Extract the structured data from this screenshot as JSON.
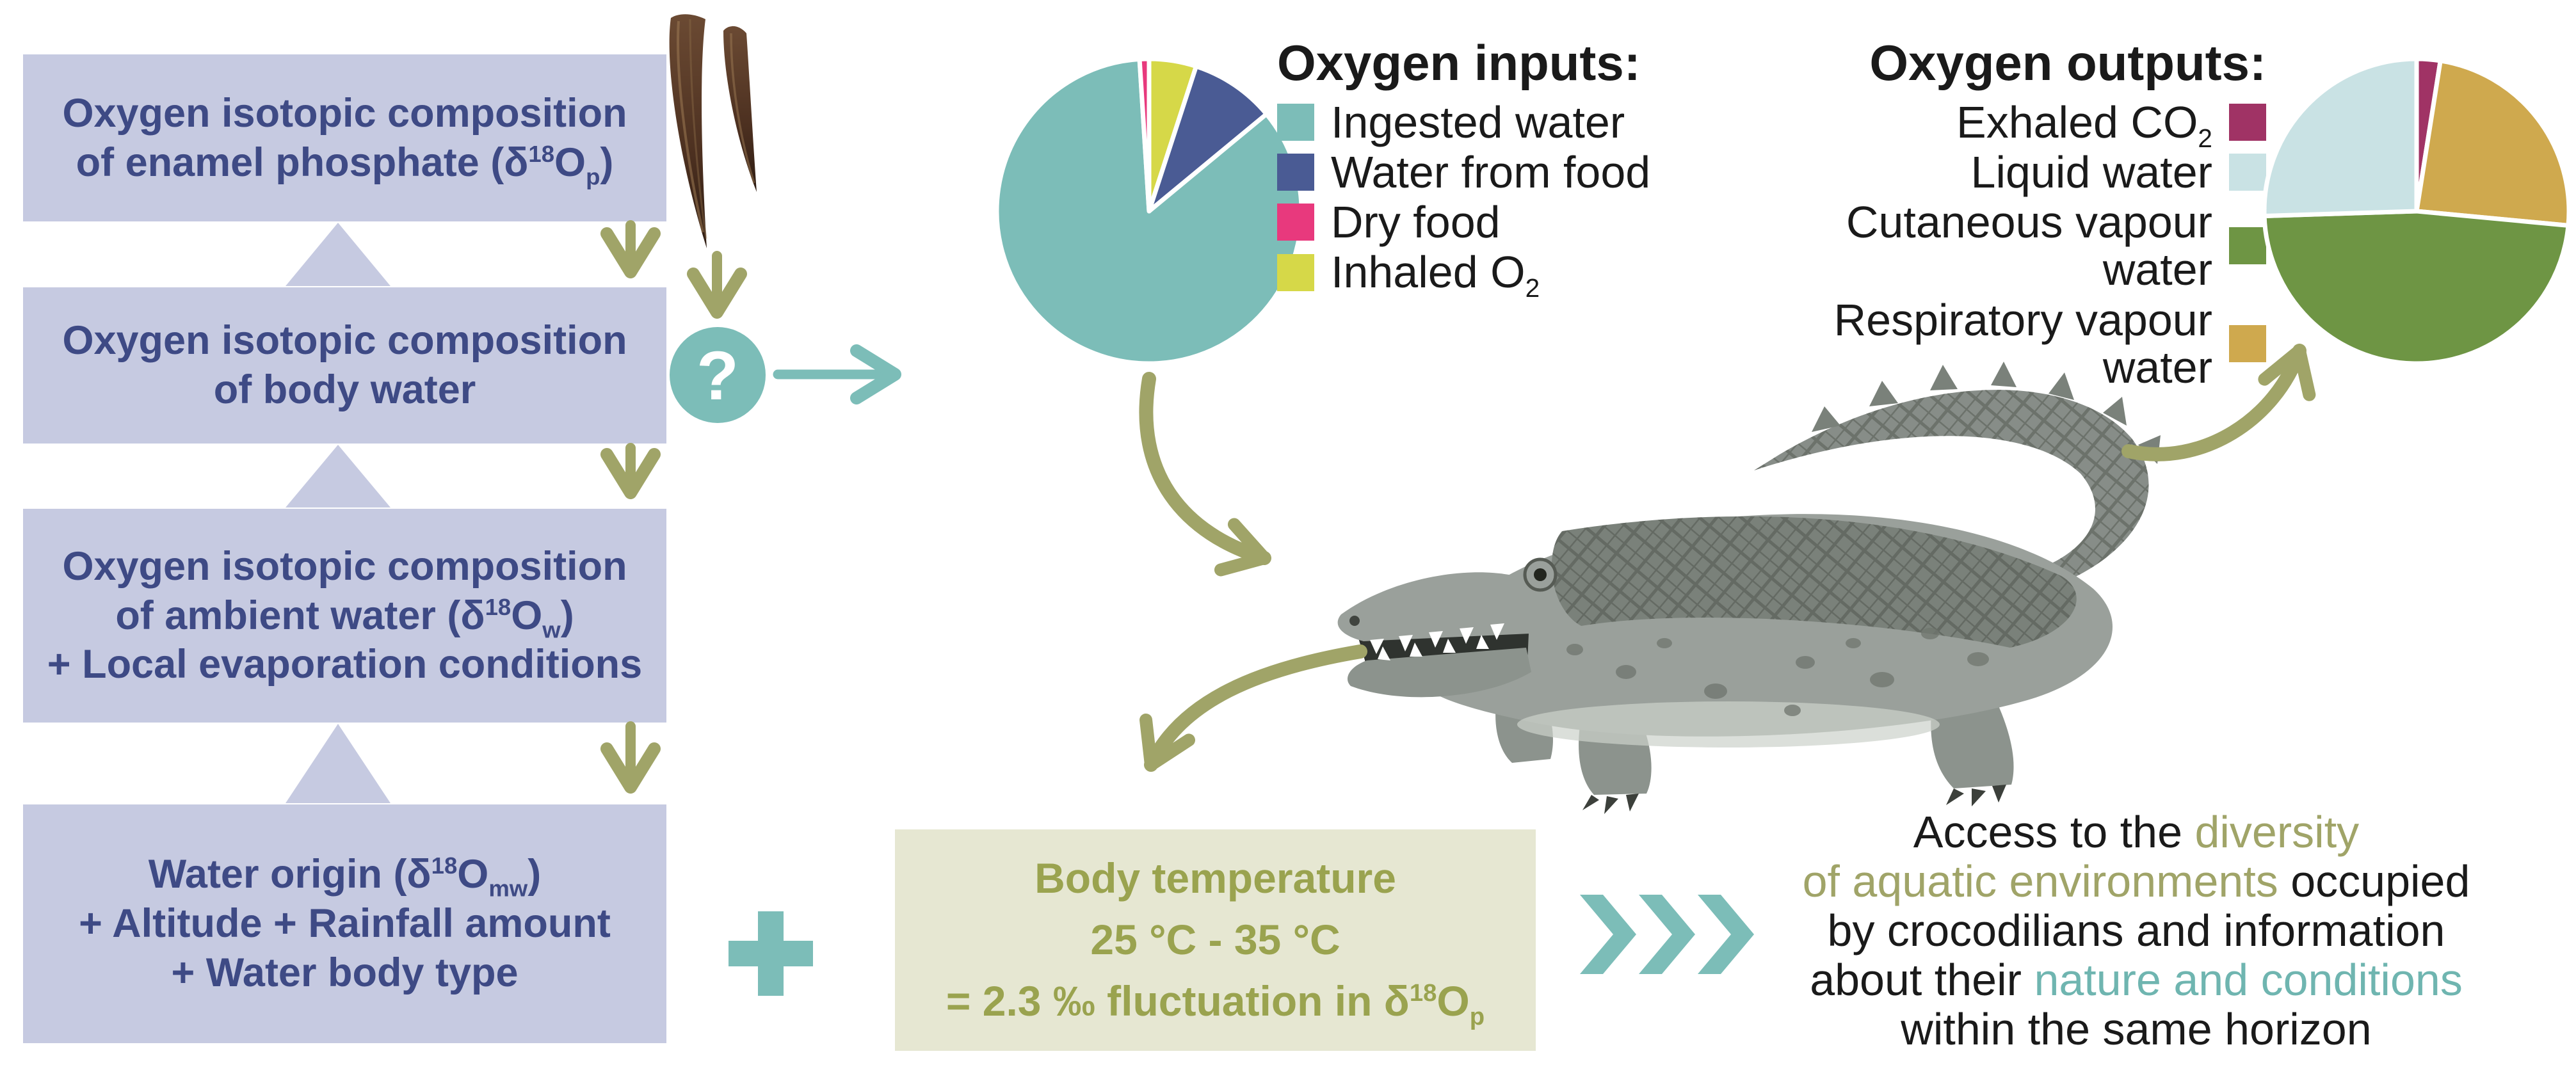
{
  "palette": {
    "lavender_box": "#c6cae1",
    "flow_text": "#3e4a85",
    "olive": "#a0a468",
    "teal": "#7cbdb8",
    "teal_text": "#6fb5b0",
    "temp_box_bg": "#e6e7d2",
    "temp_text": "#9aa34f"
  },
  "flowchart": {
    "boxes": [
      {
        "lines": [
          [
            {
              "t": "Oxygen isotopic composition"
            }
          ],
          [
            {
              "t": "of enamel phosphate (δ"
            },
            {
              "sup": "18"
            },
            {
              "t": "O"
            },
            {
              "sub": "p"
            },
            {
              "t": ")"
            }
          ]
        ]
      },
      {
        "lines": [
          [
            {
              "t": "Oxygen isotopic composition"
            }
          ],
          [
            {
              "t": "of body water"
            }
          ]
        ]
      },
      {
        "lines": [
          [
            {
              "t": "Oxygen isotopic composition"
            }
          ],
          [
            {
              "t": "of ambient water (δ"
            },
            {
              "sup": "18"
            },
            {
              "t": "O"
            },
            {
              "sub": "w"
            },
            {
              "t": ")"
            }
          ],
          [
            {
              "t": "+ Local evaporation conditions"
            }
          ]
        ]
      },
      {
        "lines": [
          [
            {
              "t": "Water origin (δ"
            },
            {
              "sup": "18"
            },
            {
              "t": "O"
            },
            {
              "sub": "mw"
            },
            {
              "t": ")"
            }
          ],
          [
            {
              "t": "+ Altitude + Rainfall amount"
            }
          ],
          [
            {
              "t": "+ Water body type"
            }
          ]
        ]
      }
    ]
  },
  "question_mark": "?",
  "legends": {
    "inputs": {
      "title": "Oxygen inputs:",
      "items": [
        {
          "label": [
            {
              "t": "Ingested water"
            }
          ],
          "color": "#7cbdb8"
        },
        {
          "label": [
            {
              "t": "Water from food"
            }
          ],
          "color": "#4a5b94"
        },
        {
          "label": [
            {
              "t": "Dry food"
            }
          ],
          "color": "#e8397d"
        },
        {
          "label": [
            {
              "t": "Inhaled O"
            },
            {
              "sub": "2"
            }
          ],
          "color": "#d6d848"
        }
      ]
    },
    "outputs": {
      "title": "Oxygen outputs:",
      "items": [
        {
          "label": [
            {
              "t": "Exhaled CO"
            },
            {
              "sub": "2"
            }
          ],
          "color": "#a03365"
        },
        {
          "label": [
            {
              "t": "Liquid water"
            }
          ],
          "color": "#c9e2e4"
        },
        {
          "label": [
            {
              "t": "Cutaneous vapour water"
            }
          ],
          "color": "#6e9544"
        },
        {
          "label": [
            {
              "t": "Respiratory vapour water"
            }
          ],
          "color": "#cfa94e"
        }
      ]
    }
  },
  "temperature_box": {
    "lines": [
      [
        {
          "t": "Body temperature"
        }
      ],
      [
        {
          "t": "25 °C - 35 °C"
        }
      ],
      [
        {
          "t": "= 2.3 ‰ fluctuation in δ"
        },
        {
          "sup": "18"
        },
        {
          "t": "O"
        },
        {
          "sub": "p"
        }
      ]
    ]
  },
  "conclusion": {
    "lines": [
      [
        {
          "t": "Access to the "
        },
        {
          "t": "diversity",
          "c": "#a0a468"
        }
      ],
      [
        {
          "t": "of aquatic environments",
          "c": "#a0a468"
        },
        {
          "t": " occupied"
        }
      ],
      [
        {
          "t": "by crocodilians and information"
        }
      ],
      [
        {
          "t": "about their "
        },
        {
          "t": "nature and conditions",
          "c": "#6fb5b0"
        }
      ],
      [
        {
          "t": "within the same horizon"
        }
      ]
    ]
  },
  "chart_data": [
    {
      "type": "pie",
      "title": "Oxygen inputs",
      "labels": [
        "Inhaled O2",
        "Water from food",
        "Ingested water",
        "Dry food"
      ],
      "values": [
        5,
        9,
        85,
        1
      ],
      "values_note": "percent, estimated from slice angles (no numeric labels in figure)",
      "colors": [
        "#d6d848",
        "#4a5b94",
        "#7cbdb8",
        "#e8397d"
      ],
      "legend_position": "right of pie",
      "start_angle_deg": 0,
      "direction": "clockwise from top"
    },
    {
      "type": "pie",
      "title": "Oxygen outputs",
      "labels": [
        "Exhaled CO2",
        "Respiratory vapour water",
        "Cutaneous vapour water",
        "Liquid water"
      ],
      "values": [
        2.5,
        24,
        48,
        25.5
      ],
      "values_note": "percent, estimated from slice angles (no numeric labels in figure)",
      "colors": [
        "#a03365",
        "#cfa94e",
        "#6e9544",
        "#c9e2e4"
      ],
      "legend_position": "left of pie",
      "start_angle_deg": 0,
      "direction": "clockwise from top"
    }
  ]
}
